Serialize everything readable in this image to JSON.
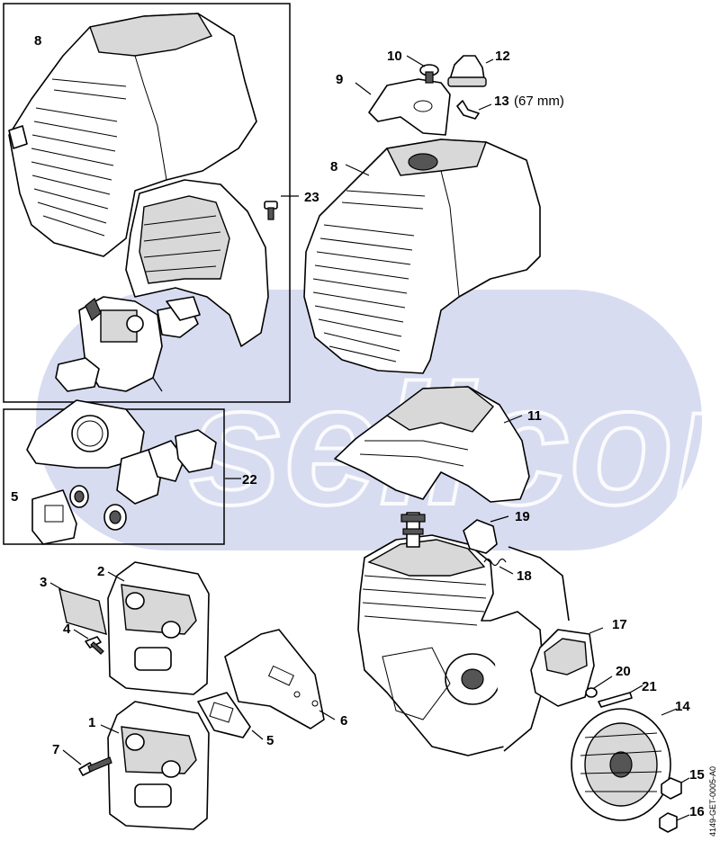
{
  "watermark": {
    "text": "sellcop"
  },
  "doc_id": "4149-GET-0005-A0",
  "parts": {
    "p1": "1",
    "p2": "2",
    "p3": "3",
    "p4": "4",
    "p5a": "5",
    "p5b": "5",
    "p6": "6",
    "p7": "7",
    "p8a": "8",
    "p8b": "8",
    "p9": "9",
    "p10": "10",
    "p11": "11",
    "p12": "12",
    "p13": "13",
    "p13_note": "(67 mm)",
    "p14": "14",
    "p15": "15",
    "p16": "16",
    "p17": "17",
    "p18": "18",
    "p19": "19",
    "p20": "20",
    "p21": "21",
    "p22": "22",
    "p23": "23"
  },
  "colors": {
    "watermark": "#b8c0e6",
    "line": "#000000"
  }
}
